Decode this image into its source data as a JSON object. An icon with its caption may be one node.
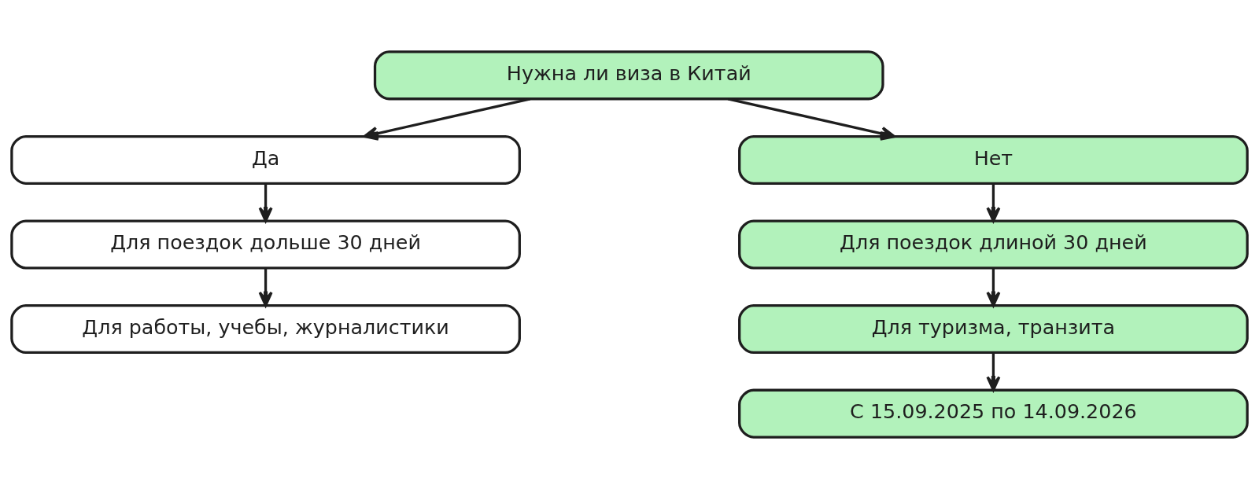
{
  "diagram": {
    "nodes": [
      {
        "text": [
          "Нужна ли виза в Китай"
        ]
      },
      {
        "text": [
          "Да"
        ]
      },
      {
        "text": [
          "Для поездок дольше 30 дней"
        ]
      },
      {
        "text": [
          "Для работы, учебы, журналистики"
        ]
      },
      {
        "text": [
          "Нет"
        ]
      },
      {
        "text": [
          "Для поездок длиной 30 дней"
        ]
      },
      {
        "text": [
          "Для туризма, транзита"
        ]
      },
      {
        "text": [
          "С 15.09.2025 по 14.09.2026"
        ]
      }
    ],
    "edges": [
      {
        "from": 0,
        "to": 1,
        "arrow": "to"
      },
      {
        "from": 0,
        "to": 4,
        "arrow": "to"
      },
      {
        "from": 1,
        "to": 2,
        "arrow": "to"
      },
      {
        "from": 2,
        "to": 3,
        "arrow": "to"
      },
      {
        "from": 4,
        "to": 5,
        "arrow": "to"
      },
      {
        "from": 5,
        "to": 6,
        "arrow": "to"
      },
      {
        "from": 6,
        "to": 7,
        "arrow": "to"
      }
    ]
  }
}
